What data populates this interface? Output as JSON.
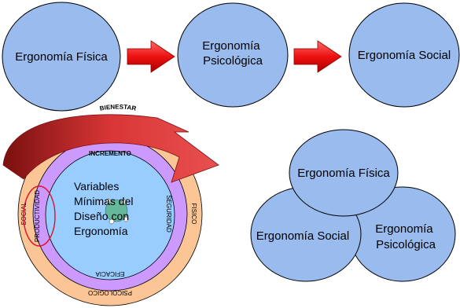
{
  "top_row": {
    "node1": "Ergonomía Física",
    "node2_line1": "Ergonomía",
    "node2_line2": "Psicológica",
    "node3": "Ergonomía Social"
  },
  "rings": {
    "outer_top": "BIENESTAR",
    "outer_left": "SOCIAL",
    "outer_right": "FISICO",
    "outer_bottom": "PSICOLOGICO",
    "middle_top": "INCREMENTO",
    "middle_left": "PRODUCTIVIDAD",
    "middle_right": "SEGURIDAD",
    "middle_bottom": "EFICACIA",
    "inner_lines": [
      "Variables",
      "Mínimas del",
      "Diseño con",
      "Ergonomía"
    ]
  },
  "venn": {
    "top": "Ergonomía Física",
    "left": "Ergonomía Social",
    "right_line1": "Ergonomía",
    "right_line2": "Psicológica"
  },
  "colors": {
    "node_fill": "#99bbee",
    "arrow_red": "#ee1111",
    "ring_outer": "#fbc596",
    "ring_middle": "#cc99ff",
    "ring_inner": "#99ccff",
    "curved_arrow": "#c92a2a"
  }
}
